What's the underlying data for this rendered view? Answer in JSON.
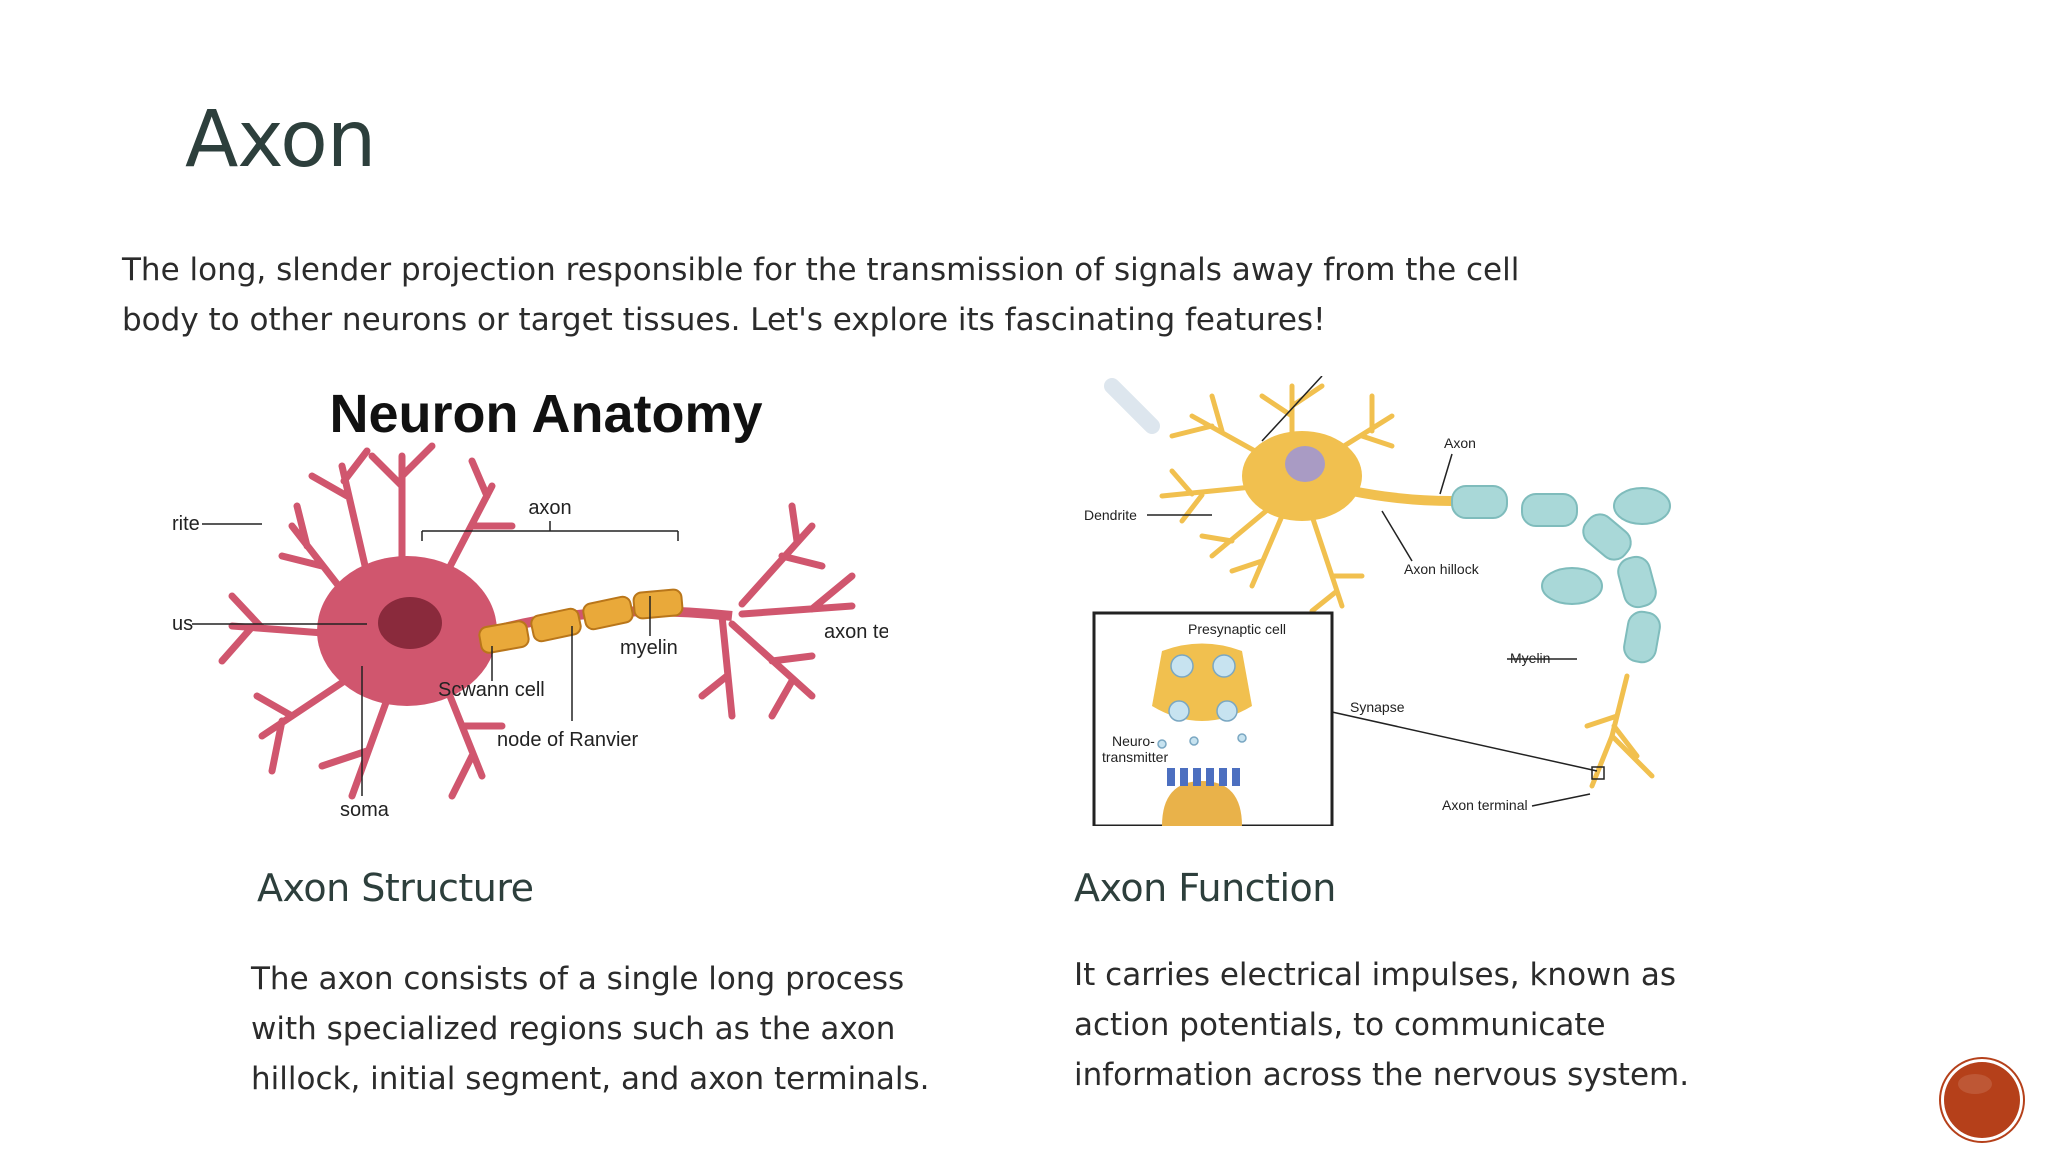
{
  "slide": {
    "title": "Axon",
    "intro": "The long, slender projection responsible for the transmission of signals away from the cell body to other neurons or target tissues. Let's explore its fascinating features!"
  },
  "image_left": {
    "heading": "Neuron Anatomy",
    "labels": {
      "dendrite": "rite",
      "nucleus": "us",
      "axon": "axon",
      "myelin": "myelin",
      "schwann": "Scwann cell",
      "ranvier": "node of Ranvier",
      "terminal": "axon te",
      "soma": "soma"
    }
  },
  "image_right": {
    "labels": {
      "axon": "Axon",
      "dendrite": "Dendrite",
      "hillock": "Axon hillock",
      "presynaptic": "Presynaptic cell",
      "myelin": "Myelin",
      "synapse": "Synapse",
      "neuro1": "Neuro-",
      "neuro2": "transmitter",
      "terminal": "Axon terminal"
    }
  },
  "sections": {
    "structure": {
      "heading": "Axon Structure",
      "text": "The axon consists of a single long process with specialized regions such as the axon hillock, initial segment, and axon terminals."
    },
    "function": {
      "heading": "Axon Function",
      "text": "It carries electrical impulses, known as action potentials, to communicate information across the nervous system."
    }
  },
  "colors": {
    "title": "#2d3f3c",
    "nav_button": "#b5401a",
    "neuron_pink": "#d0566e",
    "myelin_orange": "#e9a93a",
    "neuron_yellow": "#f1c04f",
    "myelin_teal": "#a9d8d8"
  },
  "icons": {
    "nav_button": "circle-button-icon"
  }
}
